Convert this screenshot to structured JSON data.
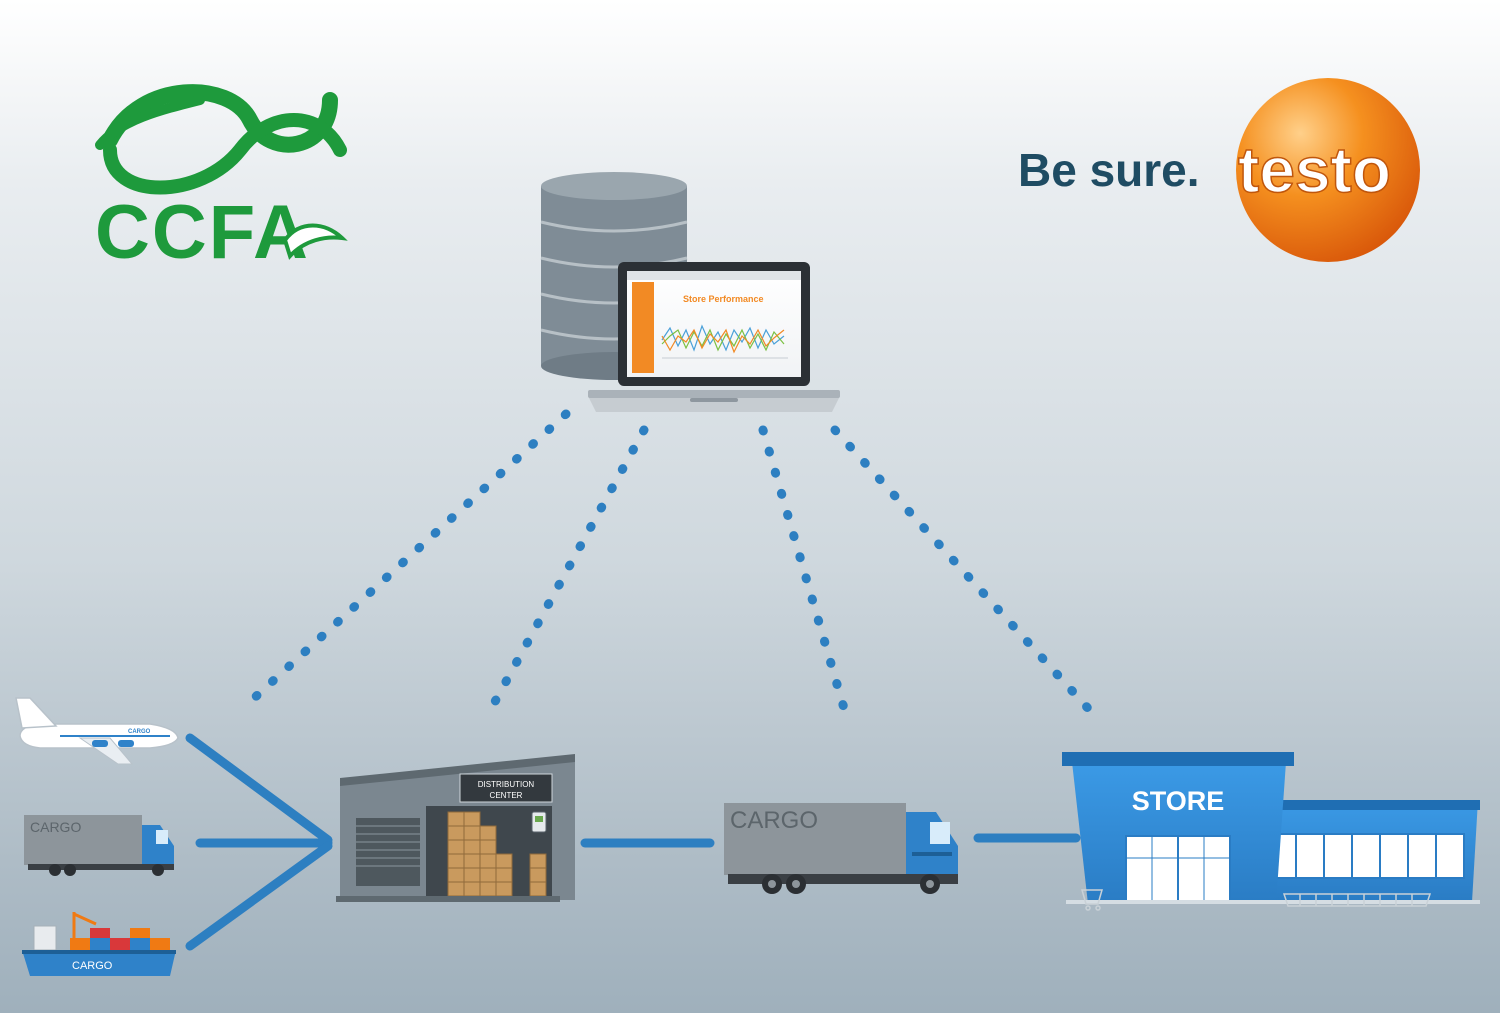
{
  "logos": {
    "ccfa": {
      "text": "CCFA",
      "color": "#1e9a3c"
    },
    "testo": {
      "tagline": "Be sure.",
      "wordmark": "testo",
      "tagline_color": "#1f4c63",
      "ball_color": "#f07a13"
    }
  },
  "server": {
    "laptop_screen_title": "Store Performance"
  },
  "nodes": {
    "airplane": {
      "label": "CARGO"
    },
    "inbound_truck": {
      "label": "CARGO"
    },
    "ship": {
      "label": "CARGO"
    },
    "distribution_center": {
      "label_line1": "DISTRIBUTION",
      "label_line2": "CENTER"
    },
    "delivery_truck": {
      "label": "CARGO"
    },
    "store": {
      "label": "STORE"
    }
  },
  "colors": {
    "link_blue": "#2d7fc1",
    "truck_cab": "#2f82c9",
    "store_blue": "#2f8fd8"
  }
}
